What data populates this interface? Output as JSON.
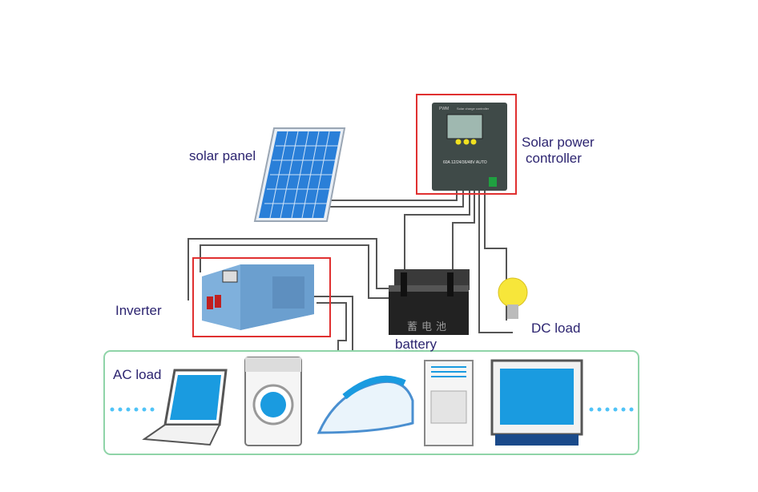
{
  "labels": {
    "solar_panel": "solar panel",
    "controller_line1": "Solar power",
    "controller_line2": "controller",
    "inverter": "Inverter",
    "battery": "battery",
    "dc_load": "DC load",
    "ac_load": "AC load"
  },
  "device_text": {
    "controller_brand": "PWM",
    "controller_title": "Solar charge controller",
    "controller_rating": "60A 12/24/36/48V AUTO",
    "battery_chinese": "蓄电池"
  },
  "colors": {
    "label": "#2c2470",
    "highlight_box": "#e03030",
    "ac_group_border": "#8fd4a8",
    "wire": "#555555",
    "panel_blue": "#2a7fd8",
    "inverter_blue": "#7fb0dc"
  }
}
